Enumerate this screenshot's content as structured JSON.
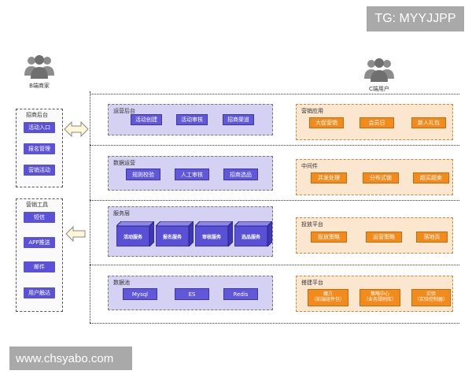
{
  "watermark_top": "TG: MYYJJPP",
  "watermark_bottom": "www.chsyabo.com",
  "actors": {
    "b_side": "B端商家",
    "c_side": "C端用户"
  },
  "left_panels": {
    "merchant_backend": {
      "title": "招商后台",
      "items": [
        "活动入口",
        "报名管理",
        "营销活动"
      ]
    },
    "marketing_tools": {
      "title": "营销工具",
      "items": [
        "短信",
        "APP推送",
        "邮件",
        "用户触达"
      ]
    }
  },
  "middle_panels": {
    "ops_backend": {
      "title": "运营后台",
      "items": [
        "活动创建",
        "活动审核",
        "招商渠道"
      ]
    },
    "data_ops": {
      "title": "数据运营",
      "items": [
        "规则校验",
        "人工审核",
        "招商选品"
      ]
    },
    "service_layer": {
      "title": "服务层",
      "items": [
        "活动服务",
        "报名服务",
        "审核服务",
        "选品服务"
      ]
    },
    "data_pool": {
      "title": "数据池",
      "items": [
        "Mysql",
        "ES",
        "Redis"
      ]
    }
  },
  "right_panels": {
    "marketing_apps": {
      "title": "营销应用",
      "items": [
        "大促营销",
        "会员日",
        "新人礼包"
      ]
    },
    "middleware": {
      "title": "中间件",
      "items": [
        "并发处理",
        "分布式锁",
        "超买超卖"
      ]
    },
    "delivery_platform": {
      "title": "投放平台",
      "items": [
        "投放策略",
        "运营策略",
        "落地页"
      ]
    },
    "build_platform": {
      "title": "搭建平台",
      "items": [
        {
          "line1": "魔方",
          "line2": "（前端组件包）"
        },
        {
          "line1": "策略中心",
          "line2": "（业务规则库）"
        },
        {
          "line1": "实验",
          "line2": "（实验控制器）"
        }
      ]
    }
  },
  "colors": {
    "blue_item": "#5b51d8",
    "purple_panel": "#d4d1f2",
    "orange_panel": "#fbe6cf",
    "orange_item": "#f28b1c",
    "arrow_fill": "#fff7d6"
  }
}
